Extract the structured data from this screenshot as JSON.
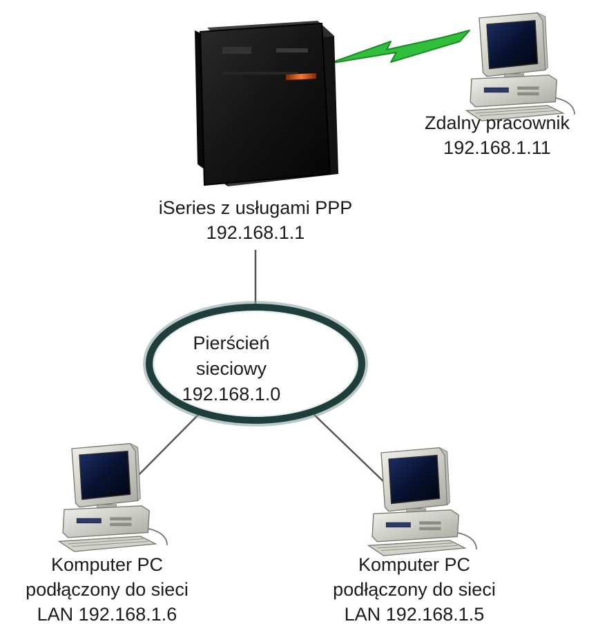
{
  "diagram": {
    "server": {
      "name": "iSeries z usługami PPP",
      "ip": "192.168.1.1"
    },
    "remote_worker": {
      "name": "Zdalny pracownik",
      "ip": "192.168.1.11"
    },
    "ring": {
      "line1": "Pierścień",
      "line2": "sieciowy",
      "ip": "192.168.1.0"
    },
    "pc_left": {
      "line1": "Komputer PC",
      "line2": "podłączony do sieci",
      "line3": "LAN 192.168.1.6"
    },
    "pc_right": {
      "line1": "Komputer PC",
      "line2": "podłączony do sieci",
      "line3": "LAN 192.168.1.5"
    }
  },
  "colors": {
    "ring_stroke": "#1f3d3a",
    "ring_glow": "#7f9f9a",
    "wan_link": "#2fbf3a",
    "cable": "#555555",
    "server_body": "#111111",
    "pc_casing": "#d9d9d2",
    "pc_screen": "#0c1a3a"
  }
}
